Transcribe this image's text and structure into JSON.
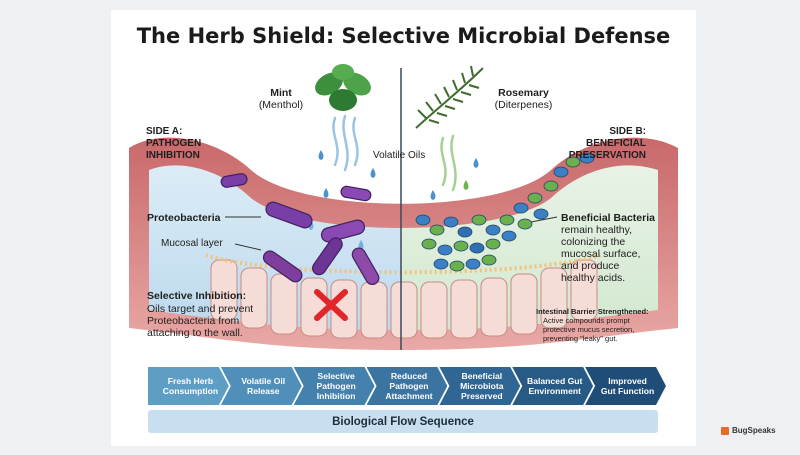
{
  "title": "The Herb Shield: Selective Microbial Defense",
  "herbs": {
    "mint": {
      "name": "Mint",
      "compound": "(Menthol)"
    },
    "rosemary": {
      "name": "Rosemary",
      "compound": "(Diterpenes)"
    },
    "volatile_label": "Volatile Oils"
  },
  "side_a": {
    "heading_line1": "SIDE A:",
    "heading_line2": "PATHOGEN",
    "heading_line3": "INHIBITION",
    "bacteria_label": "Proteobacteria",
    "mucosal_label": "Mucosal layer",
    "inhibition_title": "Selective Inhibition:",
    "inhibition_line1": "Oils target and prevent",
    "inhibition_line2": "Proteobacteria from",
    "inhibition_line3": "attaching to the wall."
  },
  "side_b": {
    "heading_line1": "SIDE B:",
    "heading_line2": "BENEFICIAL",
    "heading_line3": "PRESERVATION",
    "bacteria_title": "Beneficial Bacteria",
    "bacteria_line1": "remain healthy,",
    "bacteria_line2": "colonizing the",
    "bacteria_line3": "mucosal surface,",
    "bacteria_line4": "and produce",
    "bacteria_line5": "healthy acids.",
    "barrier_title": "Intestinal Barrier Strengthened:",
    "barrier_line1": "Active compounds prompt",
    "barrier_line2": "protective mucus secretion,",
    "barrier_line3": "preventing \"leaky\" gut."
  },
  "flow_steps": [
    {
      "line1": "Fresh Herb",
      "line2": "Consumption",
      "line3": "",
      "color": "#5f9ec4"
    },
    {
      "line1": "Volatile Oil",
      "line2": "Release",
      "line3": "",
      "color": "#4f8fb9"
    },
    {
      "line1": "Selective",
      "line2": "Pathogen",
      "line3": "Inhibition",
      "color": "#4581ad"
    },
    {
      "line1": "Reduced",
      "line2": "Pathogen",
      "line3": "Attachment",
      "color": "#3b74a1"
    },
    {
      "line1": "Beneficial",
      "line2": "Microbiota",
      "line3": "Preserved",
      "color": "#306694"
    },
    {
      "line1": "Balanced Gut",
      "line2": "Environment",
      "line3": "",
      "color": "#285a86"
    },
    {
      "line1": "Improved",
      "line2": "Gut Function",
      "line3": "",
      "color": "#1f4d78"
    }
  ],
  "flow_caption": "Biological Flow Sequence",
  "brand": "BugSpeaks",
  "colors": {
    "pathogen": "#7a3fa6",
    "beneficial_green": "#6ab04c",
    "beneficial_blue": "#3b7fc4",
    "tissue": "#e9a9a6",
    "flow_dark": "#1f4d78"
  }
}
